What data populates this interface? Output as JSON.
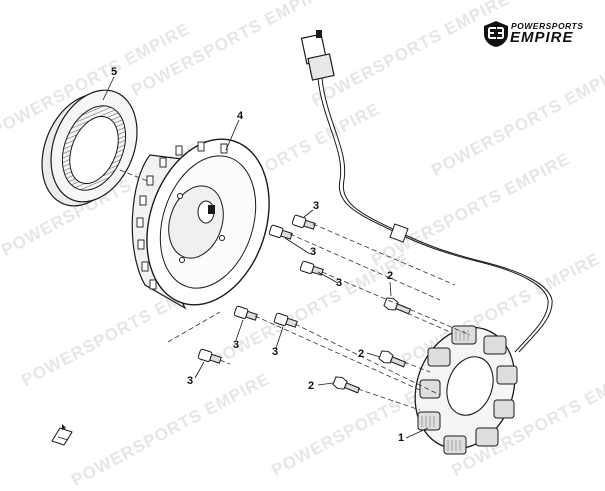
{
  "watermark": {
    "text": "POWERSPORTS EMPIRE"
  },
  "logo": {
    "brand_top": "POWERSPORTS",
    "brand_main": "EMPIRE"
  },
  "callouts": {
    "part_1": "1",
    "part_2_a": "2",
    "part_2_b": "2",
    "part_2_c": "2",
    "part_3_a": "3",
    "part_3_b": "3",
    "part_3_c": "3",
    "part_3_d": "3",
    "part_3_e": "3",
    "part_3_f": "3",
    "part_4": "4",
    "part_5": "5"
  },
  "colors": {
    "line": "#1a1a1a",
    "shade": "#cfcfcf",
    "dark_shade": "#8a8a8a"
  }
}
